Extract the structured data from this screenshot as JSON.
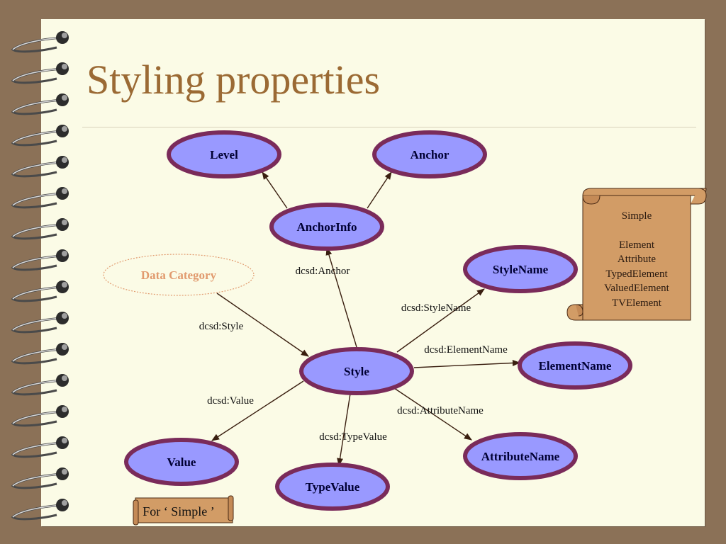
{
  "title": "Styling properties",
  "colors": {
    "background": "#8b7157",
    "page": "#fbfbe6",
    "title": "#9b6a34",
    "node_fill": "#9999ff",
    "node_border": "#7a2b5a",
    "category_text": "#e19a6e",
    "scroll_fill": "#d29c66"
  },
  "nodes": {
    "level": "Level",
    "anchor": "Anchor",
    "anchor_info": "AnchorInfo",
    "style_name": "StyleName",
    "data_category": "Data Category",
    "style": "Style",
    "element_name": "ElementName",
    "attribute_name": "AttributeName",
    "value": "Value",
    "type_value": "TypeValue"
  },
  "edges": {
    "dcsd_anchor": "dcsd:Anchor",
    "dcsd_style_name": "dcsd:StyleName",
    "dcsd_style": "dcsd:Style",
    "dcsd_element_name": "dcsd:ElementName",
    "dcsd_value": "dcsd:Value",
    "dcsd_attribute_name": "dcsd:AttributeName",
    "dcsd_type_value": "dcsd:TypeValue"
  },
  "legend": {
    "heading": "Simple",
    "items": [
      "Element",
      "Attribute",
      "TypedElement",
      "ValuedElement",
      "TVElement"
    ]
  },
  "note": "For ‘ Simple ’"
}
